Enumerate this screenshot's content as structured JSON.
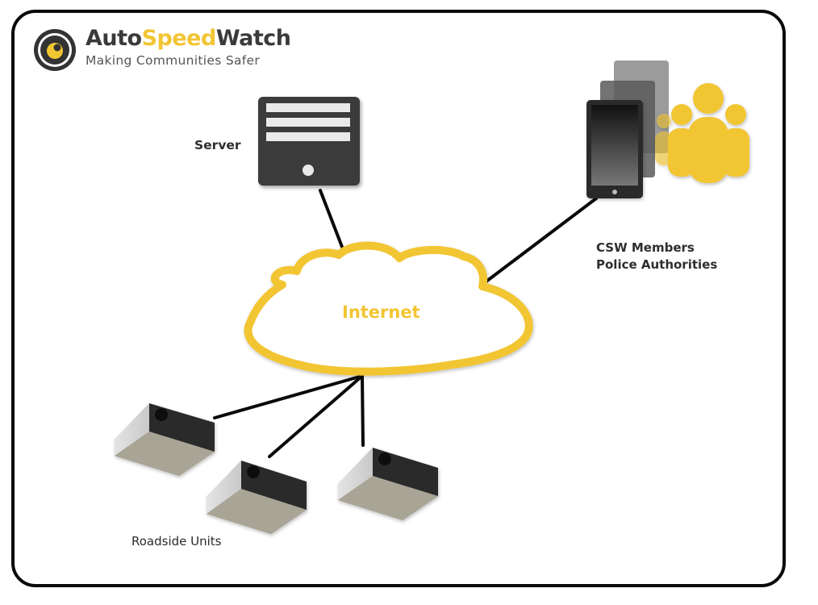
{
  "brand": {
    "name_prefix": "Auto",
    "name_accent": "Speed",
    "name_suffix": "Watch",
    "tagline": "Making Communities Safer",
    "accent_color": "#f2c533",
    "dark_color": "#3a3a3a"
  },
  "nodes": {
    "server": {
      "label": "Server",
      "icon": "server-icon"
    },
    "internet": {
      "label": "Internet",
      "icon": "cloud-icon"
    },
    "clients": {
      "label_line1": "CSW Members",
      "label_line2": "Police Authorities",
      "icons": [
        "mobile-devices-icon",
        "people-group-icon"
      ]
    },
    "roadside": {
      "label": "Roadside Units",
      "count": 3,
      "icon": "roadside-unit-icon"
    }
  },
  "connections": [
    {
      "from": "server",
      "to": "internet"
    },
    {
      "from": "clients",
      "to": "internet"
    },
    {
      "from": "roadside-unit-1",
      "to": "internet"
    },
    {
      "from": "roadside-unit-2",
      "to": "internet"
    },
    {
      "from": "roadside-unit-3",
      "to": "internet"
    }
  ]
}
